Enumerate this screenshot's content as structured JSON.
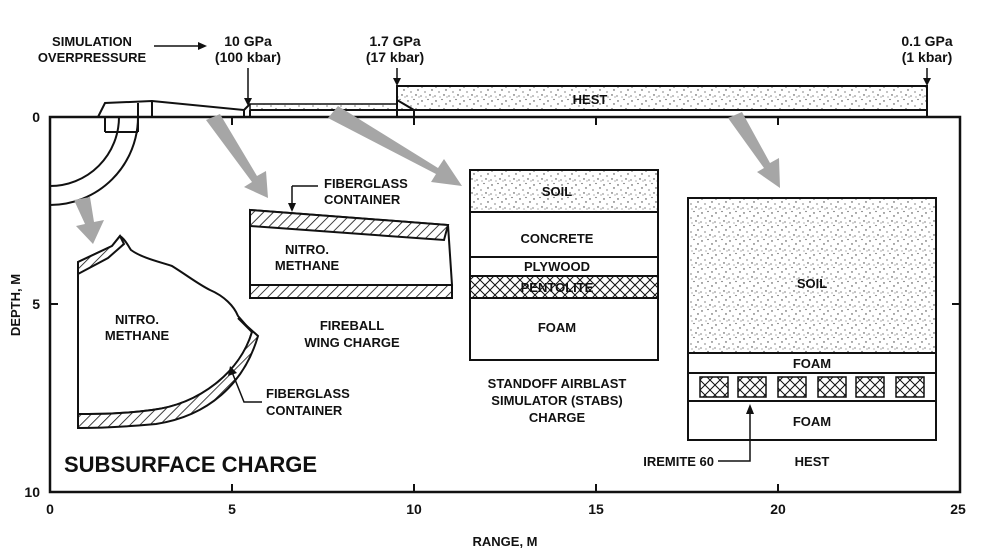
{
  "header": {
    "simulation_overpressure": [
      "SIMULATION",
      "OVERPRESSURE"
    ],
    "p10": [
      "10 GPa",
      "(100 kbar)"
    ],
    "p17": [
      "1.7 GPa",
      "(17 kbar)"
    ],
    "p01": [
      "0.1 GPa",
      "(1 kbar)"
    ]
  },
  "axes": {
    "xlabel": "RANGE, M",
    "ylabel": "DEPTH, M",
    "x_ticks": [
      "0",
      "5",
      "10",
      "15",
      "20",
      "25"
    ],
    "y_ticks": [
      "0",
      "5",
      "10"
    ]
  },
  "surface": {
    "hest": "HEST"
  },
  "subsurface": {
    "nitro": [
      "NITRO.",
      "METHANE"
    ],
    "container": [
      "FIBERGLASS",
      "CONTAINER"
    ],
    "title": "SUBSURFACE CHARGE"
  },
  "fireball": {
    "container": [
      "FIBERGLASS",
      "CONTAINER"
    ],
    "nitro": [
      "NITRO.",
      "METHANE"
    ],
    "caption": [
      "FIREBALL",
      "WING CHARGE"
    ]
  },
  "stabs": {
    "layers": [
      "SOIL",
      "CONCRETE",
      "PLYWOOD",
      "PENTOLITE",
      "FOAM"
    ],
    "caption": [
      "STANDOFF AIRBLAST",
      "SIMULATOR (STABS)",
      "CHARGE"
    ]
  },
  "hest_block": {
    "layers": [
      "SOIL",
      "FOAM",
      "FOAM"
    ],
    "iremite": "IREMITE 60",
    "caption": "HEST"
  }
}
